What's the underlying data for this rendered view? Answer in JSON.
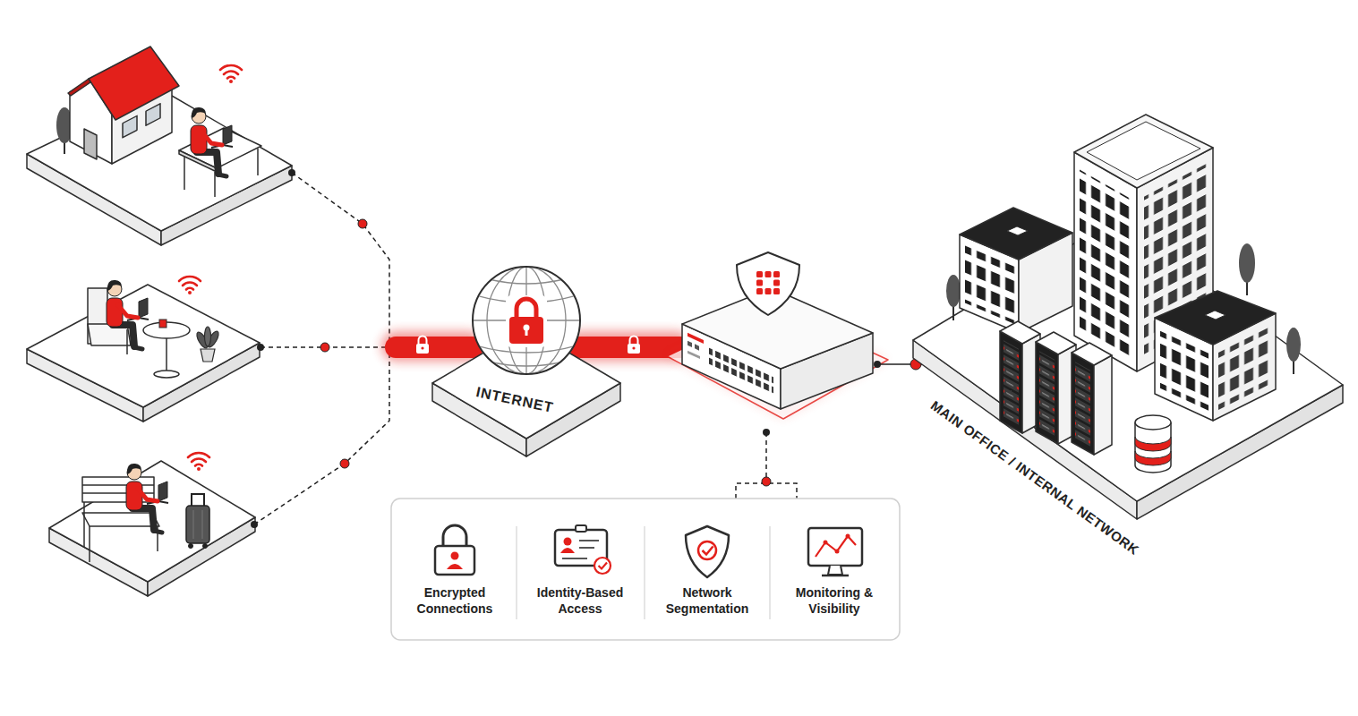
{
  "diagram": {
    "nodes": [
      {
        "text": [
          "INTERNET"
        ]
      },
      {
        "text": [
          "Encrypted Connections"
        ]
      },
      {
        "text": [
          "Identity-Based Access"
        ]
      },
      {
        "text": [
          "Network Segmentation"
        ]
      },
      {
        "text": [
          "Monitoring & Visibility"
        ]
      },
      {
        "text": [
          "MAIN OFFICE / INTERNAL NETWORK"
        ]
      }
    ]
  }
}
